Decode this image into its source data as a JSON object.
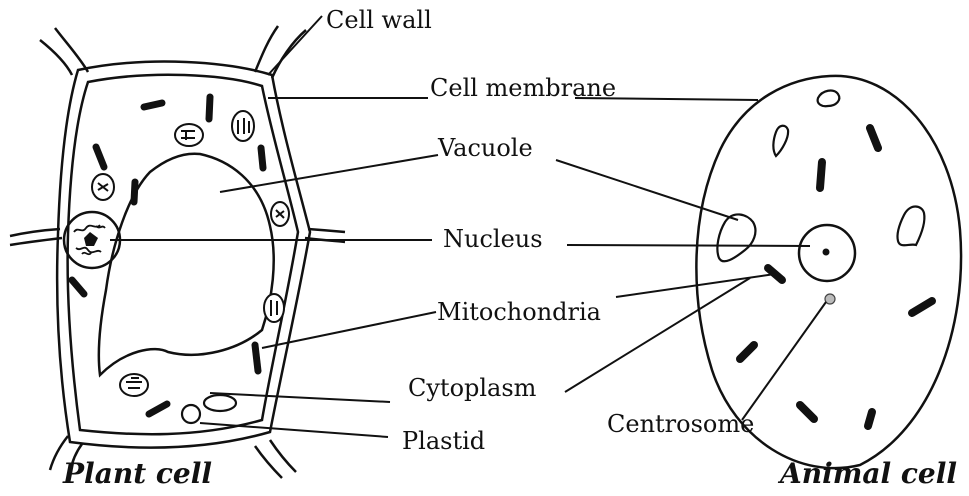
{
  "diagram": {
    "labels": {
      "cell_wall": "Cell wall",
      "cell_membrane": "Cell membrane",
      "vacuole": "Vacuole",
      "nucleus": "Nucleus",
      "mitochondria": "Mitochondria",
      "cytoplasm": "Cytoplasm",
      "plastid": "Plastid",
      "centrosome": "Centrosome"
    },
    "captions": {
      "plant": "Plant cell",
      "animal": "Animal cell"
    }
  }
}
